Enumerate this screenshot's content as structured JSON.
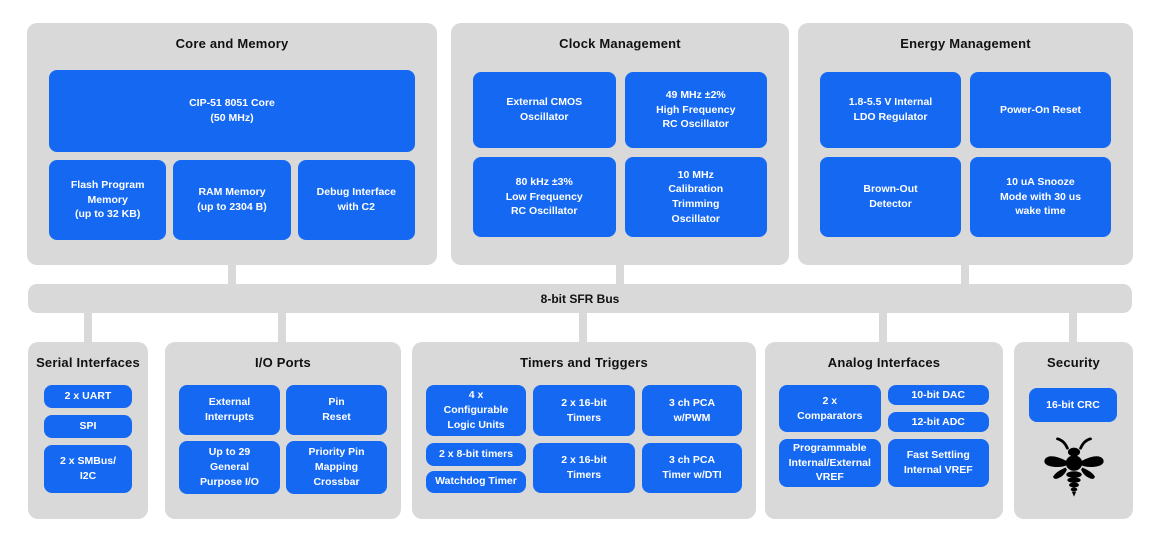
{
  "colors": {
    "accent_blue": "#1568f2",
    "panel_gray": "#d9d9d9",
    "background": "#ffffff",
    "header_text": "#111111",
    "box_text": "#ffffff",
    "bee_black": "#000000"
  },
  "bus": {
    "label": "8-bit SFR Bus"
  },
  "sections": {
    "core": {
      "title": "Core and Memory",
      "core_box": "CIP-51 8051 Core\n(50 MHz)",
      "boxes": [
        "Flash Program\nMemory\n(up to 32 KB)",
        "RAM Memory\n(up to 2304 B)",
        "Debug Interface\nwith C2"
      ]
    },
    "clock": {
      "title": "Clock Management",
      "boxes": [
        "External CMOS\nOscillator",
        "49 MHz ±2%\nHigh Frequency\nRC Oscillator",
        "80 kHz ±3%\nLow Frequency\nRC Oscillator",
        "10 MHz\nCalibration\nTrimming\nOscillator"
      ]
    },
    "energy": {
      "title": "Energy Management",
      "boxes": [
        "1.8-5.5 V Internal\nLDO Regulator",
        "Power-On Reset",
        "Brown-Out\nDetector",
        "10 uA Snooze\nMode with 30 us\nwake time"
      ]
    },
    "serial": {
      "title": "Serial Interfaces",
      "boxes": [
        "2 x UART",
        "SPI",
        "2 x SMBus/\nI2C"
      ]
    },
    "io": {
      "title": "I/O Ports",
      "boxes": [
        "External\nInterrupts",
        "Pin\nReset",
        "Up to 29\nGeneral\nPurpose I/O",
        "Priority Pin\nMapping\nCrossbar"
      ]
    },
    "timers": {
      "title": "Timers and Triggers",
      "boxes": [
        "4 x\nConfigurable\nLogic Units",
        "2 x 16-bit\nTimers",
        "3 ch PCA\nw/PWM",
        "2 x 8-bit timers",
        "Watchdog Timer",
        "2 x 16-bit\nTimers",
        "3 ch PCA\nTimer w/DTI"
      ]
    },
    "analog": {
      "title": "Analog Interfaces",
      "boxes": [
        "10-bit DAC",
        "12-bit ADC",
        "2 x\nComparators",
        "Programmable\nInternal/External\nVREF",
        "Fast Settling\nInternal VREF"
      ]
    },
    "security": {
      "title": "Security",
      "boxes": [
        "16-bit CRC"
      ],
      "icon": "bee-icon"
    }
  }
}
